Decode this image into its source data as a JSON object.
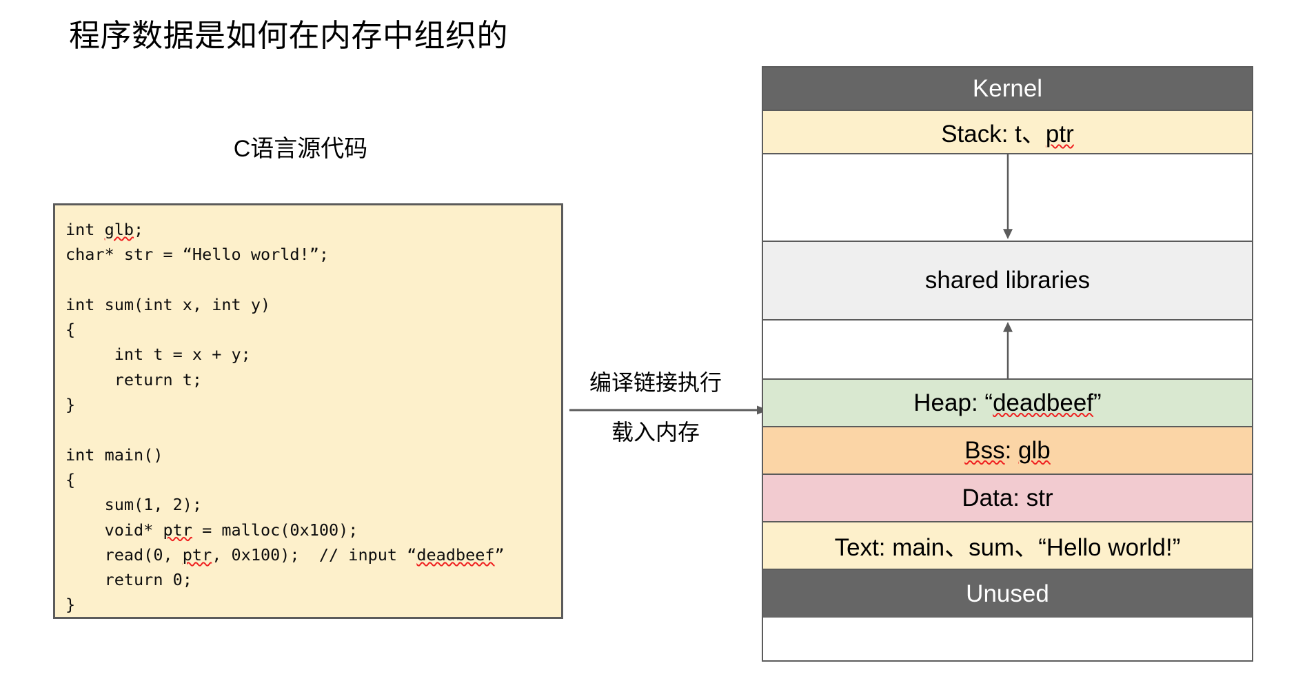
{
  "slide": {
    "title": "程序数据是如何在内存中组织的"
  },
  "source_panel": {
    "caption": "C语言源代码",
    "box_bg": "#FDF0CB",
    "box_border": "#5B5B5B",
    "code_lines": [
      "int glb;",
      "char* str = “Hello world!”;",
      "",
      "int sum(int x, int y)",
      "{",
      "     int t = x + y;",
      "     return t;",
      "}",
      "",
      "int main()",
      "{",
      "    sum(1, 2);",
      "    void* ptr = malloc(0x100);",
      "    read(0, ptr, 0x100);  // input “deadbeef”",
      "    return 0;",
      "}"
    ],
    "misspelled_tokens": [
      "glb",
      "ptr",
      "deadbeef"
    ]
  },
  "transition": {
    "label_top": "编译链接执行",
    "label_bottom": "载入内存",
    "arrow_direction": "right",
    "arrow_color": "#5B5B5B"
  },
  "memory_diagram": {
    "border_color": "#5B5B5B",
    "rows": [
      {
        "id": "kernel",
        "label": "Kernel",
        "bg": "#666666",
        "text_color": "#FFFFFF",
        "height": 63,
        "arrow": "none"
      },
      {
        "id": "stack",
        "label": "Stack: t、ptr",
        "bg": "#FDF0CB",
        "text_color": "#000000",
        "height": 63,
        "arrow": "none"
      },
      {
        "id": "gap-upper",
        "label": "",
        "bg": "#FFFFFF",
        "text_color": "#000000",
        "height": 127,
        "arrow": "down"
      },
      {
        "id": "shared-libraries",
        "label": "shared libraries",
        "bg": "#EFEFEF",
        "text_color": "#000000",
        "height": 114,
        "arrow": "none"
      },
      {
        "id": "gap-lower",
        "label": "",
        "bg": "#FFFFFF",
        "text_color": "#000000",
        "height": 86,
        "arrow": "up"
      },
      {
        "id": "heap",
        "label": "Heap: “deadbeef”",
        "bg": "#D9E8D0",
        "text_color": "#000000",
        "height": 69,
        "arrow": "none"
      },
      {
        "id": "bss",
        "label": "Bss: glb",
        "bg": "#FBD5A6",
        "text_color": "#000000",
        "height": 69,
        "arrow": "none"
      },
      {
        "id": "data",
        "label": "Data: str",
        "bg": "#F2CBD0",
        "text_color": "#000000",
        "height": 69,
        "arrow": "none"
      },
      {
        "id": "text",
        "label": "Text: main、sum、“Hello world!”",
        "bg": "#FDF0CB",
        "text_color": "#000000",
        "height": 69,
        "arrow": "none"
      },
      {
        "id": "unused",
        "label": "Unused",
        "bg": "#666666",
        "text_color": "#FFFFFF",
        "height": 69,
        "arrow": "none"
      }
    ],
    "misspelled_tokens": [
      "ptr",
      "deadbeef",
      "Bss",
      "glb"
    ]
  }
}
